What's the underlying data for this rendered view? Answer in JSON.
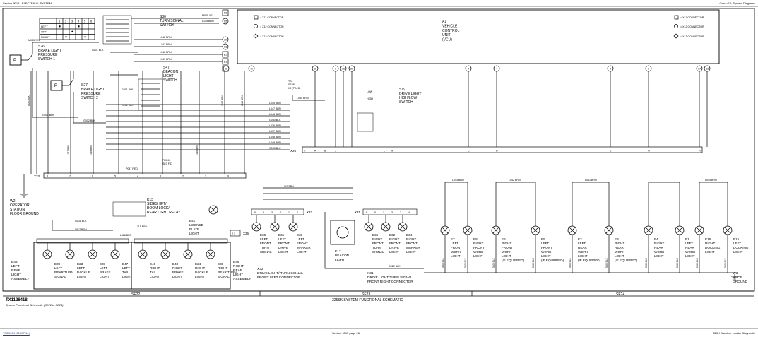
{
  "header": {
    "left": "Section 9015 - ELECTRICAL SYSTEM",
    "right": "Group 10: System Diagrams"
  },
  "footer": {
    "left": "TM10054 (01APR14)",
    "center": "Section 9015 page 26",
    "right": "325K Backhoe Loader Diagnostic"
  },
  "figure": {
    "id": "TX1128418",
    "caption": "325SK SYSTEM FUNCTIONAL SCHEMATIC",
    "note": "System Functional Schematic (SE22 to SE24)"
  },
  "sections": [
    "SE22",
    "SE23",
    "SE24"
  ],
  "legend": {
    "x11": "= X11 CONNECTOR",
    "x12": "= X12 CONNECTOR",
    "x13": "= X13 CONNECTOR"
  },
  "switch_table": {
    "cols": [
      "1",
      "2",
      "3",
      "4",
      "5",
      "6"
    ],
    "rows": [
      "LEFT",
      "OFF",
      "RIGHT"
    ]
  },
  "components": {
    "s30": [
      "S30",
      "TURN SIGNAL",
      "SWITCH"
    ],
    "s26": [
      "S26",
      "BRAKE LIGHT",
      "PRESSURE",
      "SWITCH 1"
    ],
    "s27": [
      "S27",
      "BRAKE LIGHT",
      "PRESSURE",
      "SWITCH 2"
    ],
    "s47": [
      "S47",
      "BEACON",
      "LIGHT",
      "SWITCH"
    ],
    "a1": [
      "A1",
      "VEHICLE",
      "CONTROL",
      "UNIT",
      "(VCU)"
    ],
    "s19": [
      "S19",
      "DRIVE LIGHT",
      "HIGH/LOW",
      "SWITCH"
    ],
    "s19_low": "LOW",
    "s19_high": "HIGH",
    "to_se28": [
      "TO",
      "SE28",
      "X9 (PIN D)"
    ],
    "w2": [
      "W2",
      "OPERATOR",
      "STATION",
      "FLOOR GROUND"
    ],
    "k13": [
      "K13",
      "SIDESHIFT/",
      "BOOM LOCK/",
      "REAR LIGHT RELAY"
    ],
    "e41": [
      "E41",
      "LICENSE",
      "PLATE",
      "LIGHT"
    ],
    "from_se3": [
      "FROM",
      "SE3 F47"
    ],
    "x36": "X36",
    "x33": "X33",
    "x26": "X26",
    "x31": "X31",
    "x32": "X32",
    "e45": [
      "E45",
      "LEFT",
      "REAR",
      "LIGHT",
      "ASSEMBLY"
    ],
    "e46": [
      "E46",
      "RIGHT",
      "REAR",
      "LIGHT",
      "ASSEMBLY"
    ],
    "e17": [
      "E17",
      "BEACON",
      "LIGHT"
    ],
    "w3": [
      "W3",
      "ROOF",
      "GROUND"
    ],
    "x32_conn": [
      "X32",
      "DRIVE LIGHT/ TURN SIGNAL",
      "FRONT LEFT CONNECTOR"
    ],
    "x31_conn": [
      "X31",
      "DRIVE LIGHT/TURN SIGNAL",
      "FRONT RIGHT CONNECTOR"
    ]
  },
  "rear_lamps_left": [
    [
      "E39",
      "LEFT",
      "REAR TURN",
      "SIGNAL"
    ],
    [
      "E23",
      "LEFT",
      "BACKUP",
      "LIGHT"
    ],
    [
      "E37",
      "LEFT",
      "BRAKE",
      "LIGHT"
    ],
    [
      "E47",
      "LEFT",
      "TAIL",
      "LIGHT"
    ]
  ],
  "rear_lamps_right": [
    [
      "E48",
      "RIGHT",
      "TAIL",
      "LIGHT"
    ],
    [
      "E40",
      "RIGHT",
      "BRAKE",
      "LIGHT"
    ],
    [
      "E24",
      "RIGHT",
      "BACKUP",
      "LIGHT"
    ],
    [
      "E38",
      "RIGHT",
      "REAR TURN",
      "SIGNAL"
    ]
  ],
  "front_lamps_left": [
    [
      "E36",
      "LEFT",
      "FRONT",
      "TURN",
      "SIGNAL"
    ],
    [
      "E31",
      "LEFT",
      "FRONT",
      "DRIVE",
      "LIGHT"
    ],
    [
      "E33",
      "LEFT",
      "FRONT",
      "MARKER",
      "LIGHT"
    ]
  ],
  "front_lamps_right": [
    [
      "E35",
      "RIGHT",
      "FRONT",
      "TURN",
      "SIGNAL"
    ],
    [
      "E32",
      "RIGHT",
      "FRONT",
      "DRIVE",
      "LIGHT"
    ],
    [
      "E34",
      "RIGHT",
      "FRONT",
      "MARKER",
      "LIGHT"
    ]
  ],
  "work_lamps": [
    [
      "E7",
      "LEFT",
      "FRONT",
      "WORK",
      "LIGHT"
    ],
    [
      "E8",
      "RIGHT",
      "FRONT",
      "WORK",
      "LIGHT"
    ],
    [
      "E6",
      "RIGHT",
      "FRONT",
      "WORK",
      "LIGHT",
      "(IF EQUIPPED)"
    ],
    [
      "E5",
      "LEFT",
      "FRONT",
      "WORK",
      "LIGHT",
      "(IF EQUIPPED)"
    ],
    [
      "E2",
      "LEFT",
      "REAR",
      "WORK",
      "LIGHT",
      "(IF EQUIPPED)"
    ],
    [
      "E3",
      "RIGHT",
      "REAR",
      "WORK",
      "LIGHT",
      "(IF EQUIPPED)"
    ],
    [
      "E4",
      "RIGHT",
      "REAR",
      "WORK",
      "LIGHT"
    ],
    [
      "E1",
      "LEFT",
      "REAR",
      "WORK",
      "LIGHT"
    ],
    [
      "E16",
      "RIGHT",
      "DOCKING",
      "LIGHT"
    ],
    [
      "E15",
      "LEFT",
      "DOCKING",
      "LIGHT"
    ]
  ],
  "top_connectors": [
    "F3",
    "C5",
    "30",
    "C3",
    "E2",
    "E3",
    "E4"
  ],
  "vcu_pins": [
    "29",
    "41",
    "6",
    "1",
    "16",
    "20",
    "2",
    "4",
    "2",
    "2",
    "17",
    "33"
  ],
  "bus_wires": [
    "L045 BRN",
    "L047 BRN",
    "L046 BRN",
    "G030 BLK",
    "L036 BRN",
    "L017 BRN",
    "L048 BRN",
    "L049 BRN",
    "G033 BLK"
  ],
  "x26_pins": [
    "K",
    "A",
    "B",
    "J",
    "L",
    "M",
    "C",
    "D",
    "E",
    "G",
    "H"
  ],
  "wire_labels": {
    "m085": "M085 YEL",
    "l145": "L145 BRN",
    "l148": "L148 BRN",
    "l147": "L147 BRN",
    "l146": "L146 BRN",
    "l149": "L149 BRN",
    "g001": "G001 BLK",
    "g002": "G002 BLK",
    "p047": "P047 RED",
    "l055": "L055 BRN",
    "l041": "L041 BRN",
    "l042": "L042 BRN",
    "l043": "L043 BRN",
    "l044": "L044 BRN",
    "g020": "G020 BLK",
    "g006": "G006 BLK",
    "l115": "L115 BRN",
    "l116": "L116 BRN",
    "g031": "G031 BLK",
    "l017": "L017 BRN"
  }
}
